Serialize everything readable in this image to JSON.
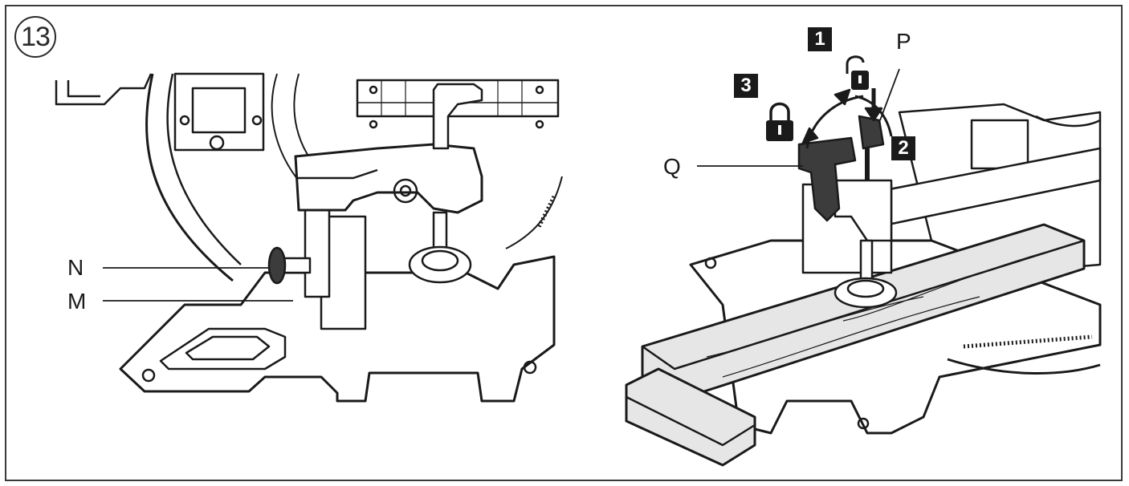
{
  "figure_number": "13",
  "left_panel": {
    "callouts": {
      "n": "N",
      "m": "M"
    }
  },
  "right_panel": {
    "callouts": {
      "p": "P",
      "q": "Q"
    },
    "steps": {
      "one": "1",
      "two": "2",
      "three": "3"
    }
  },
  "colors": {
    "ink": "#1a1a1a",
    "metal": "#d4d4d4",
    "dark_part": "#3c3c3c",
    "wood": "#e6e6e6"
  }
}
